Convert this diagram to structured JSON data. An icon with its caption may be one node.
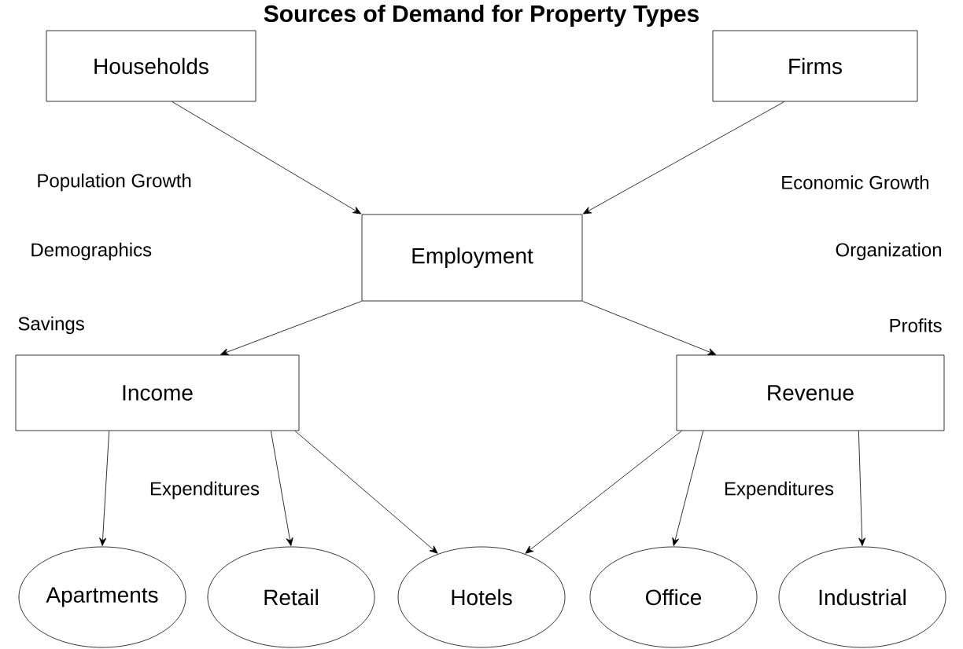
{
  "diagram": {
    "title": "Sources of Demand for Property Types",
    "nodes": [
      {
        "text": [
          "Households"
        ]
      },
      {
        "text": [
          "Firms"
        ]
      },
      {
        "text": [
          "Employment"
        ]
      },
      {
        "text": [
          "Income"
        ]
      },
      {
        "text": [
          "Revenue"
        ]
      },
      {
        "text": [
          "Apartments"
        ]
      },
      {
        "text": [
          "Retail"
        ]
      },
      {
        "text": [
          "Hotels"
        ]
      },
      {
        "text": [
          "Office"
        ]
      },
      {
        "text": [
          "Industrial"
        ]
      }
    ],
    "edges": [
      {
        "from": 0,
        "to": 2,
        "arrow": "to"
      },
      {
        "from": 1,
        "to": 2,
        "arrow": "to"
      },
      {
        "from": 2,
        "to": 3,
        "arrow": "to"
      },
      {
        "from": 2,
        "to": 4,
        "arrow": "to"
      },
      {
        "from": 3,
        "to": 5,
        "arrow": "to"
      },
      {
        "from": 3,
        "to": 6,
        "arrow": "to"
      },
      {
        "from": 3,
        "to": 7,
        "arrow": "to"
      },
      {
        "from": 4,
        "to": 7,
        "arrow": "to"
      },
      {
        "from": 4,
        "to": 8,
        "arrow": "to"
      },
      {
        "from": 4,
        "to": 9,
        "arrow": "to"
      }
    ],
    "labels": [
      "Population Growth",
      "Economic Growth",
      "Demographics",
      "Organization",
      "Savings",
      "Profits",
      "Expenditures",
      "Expenditures"
    ]
  }
}
